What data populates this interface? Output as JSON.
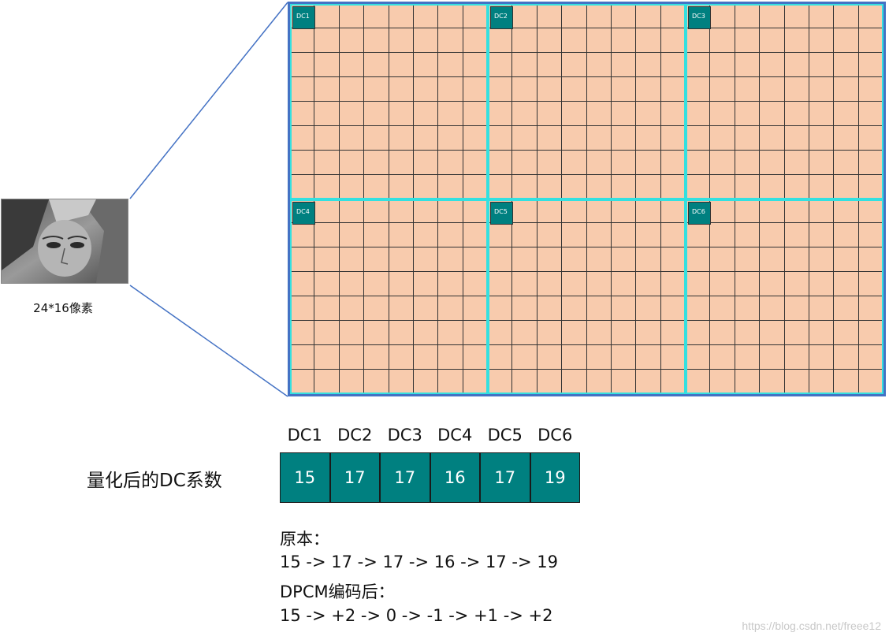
{
  "image_caption": "24*16像素",
  "grid": {
    "cols": 24,
    "rows": 16,
    "block_size": 8,
    "blocks": [
      {
        "label": "DC1"
      },
      {
        "label": "DC2"
      },
      {
        "label": "DC3"
      },
      {
        "label": "DC4"
      },
      {
        "label": "DC5"
      },
      {
        "label": "DC6"
      }
    ]
  },
  "coefficients": {
    "row_title": "量化后的DC系数",
    "labels": [
      "DC1",
      "DC2",
      "DC3",
      "DC4",
      "DC5",
      "DC6"
    ],
    "values": [
      "15",
      "17",
      "17",
      "16",
      "17",
      "19"
    ]
  },
  "original": {
    "heading": "原本：",
    "sequence": "15 -> 17 -> 17 -> 16 -> 17 -> 19"
  },
  "dpcm": {
    "heading": "DPCM编码后：",
    "sequence": "15 -> +2 -> 0 -> -1 -> +1 -> +2"
  },
  "watermark": "https://blog.csdn.net/freee12",
  "colors": {
    "cell_fill": "#f8cbad",
    "block_border": "#33e0e0",
    "frame_border": "#4472c4",
    "dc_fill": "#008080"
  }
}
